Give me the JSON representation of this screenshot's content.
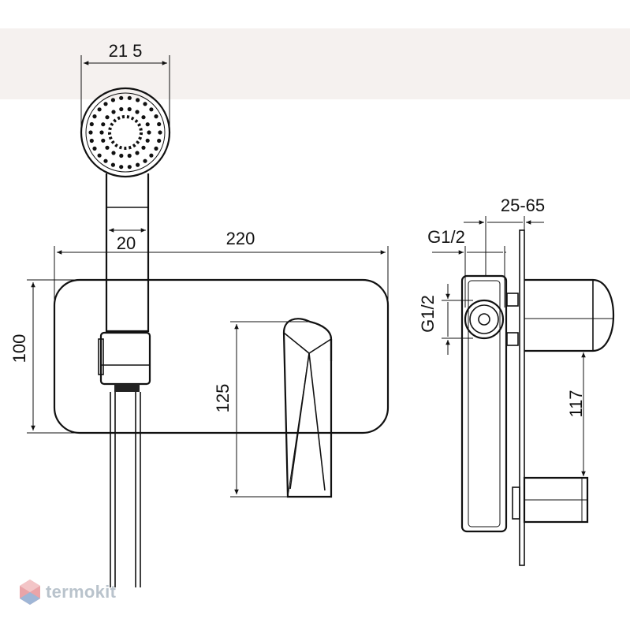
{
  "dimensions": {
    "head_width": "21 5",
    "hose_width": "20",
    "plate_width": "220",
    "plate_height": "100",
    "spout_height": "125",
    "depth": "25-65",
    "thread_top": "G1/2",
    "thread_side": "G1/2",
    "outlet_height": "117"
  },
  "brand": {
    "name": "termokit"
  },
  "colors": {
    "top_band": "#f5f1ef",
    "line": "#111111",
    "logo_text": "#b9c3cc",
    "logo_red": "#e9a4a8",
    "logo_blue": "#9fb6d6"
  }
}
